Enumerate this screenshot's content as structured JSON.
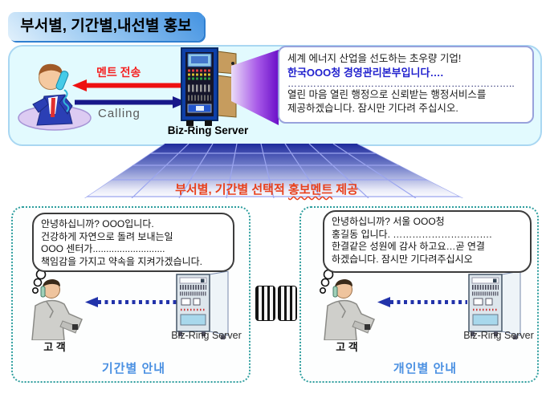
{
  "title_badge": "부서별, 기간별,내선별 홍보",
  "top_panel": {
    "ment_label": "멘트 전송",
    "calling_label": "Calling",
    "server_label": "Biz-Ring Server",
    "announcement": {
      "line1": "세계 에너지 산업을 선도하는 초우량 기업!",
      "line2": "한국OOO청 경영관리본부입니다….",
      "dots": "……………………………………………………………..",
      "line3": "열린 마음 열린 행정으로 신뢰받는 행정서비스를",
      "line4": "제공하겠습니다. 잠시만 기다려 주십시오."
    }
  },
  "grid_banner": {
    "caption_pre": "부서별, 기간별 선택적 ",
    "caption_wavy": "홍보멘트",
    "caption_post": " 제공"
  },
  "left_panel": {
    "bubble": {
      "line1": "안녕하십니까? OOO입니다.",
      "line2": "건강하게 자연으로 돌려 보내는일",
      "line3": "OOO 센터가...........................",
      "line4": "책임감을 가지고 약속을 지켜가겠습니다."
    },
    "customer_label": "고 객",
    "server_label": "Biz-Ring Server",
    "caption": "기간별 안내"
  },
  "right_panel": {
    "bubble": {
      "line1": "안녕하십니까? 서울 OOO청",
      "line2": "홍길동 입니다. ………………………….",
      "line3": "한결같은 성원에 감사 하고요…곧 연결",
      "line4": "하겠습니다. 잠시만 기다려주십시오"
    },
    "customer_label": "고 객",
    "server_label": "Biz-Ring Server",
    "caption": "개인별 안내"
  },
  "colors": {
    "title_badge_blue": "#4493e2",
    "top_panel_fill": "#e2fafe",
    "top_panel_border": "#a9d7f2",
    "red_arrow": "#ee1111",
    "blue_arrow": "#18188a",
    "ment_red": "#f52020",
    "announce_blue_text": "#2121ce",
    "announce_border": "#98a2dc",
    "beam_purple": "#7a1fd0",
    "grid_navy": "#1e2b9c",
    "grid_line": "#9ba5ef",
    "grid_caption_red": "#e8401c",
    "panel_border_teal": "#2e9e9e",
    "dotted_arrow_navy": "#2233aa",
    "panel_caption_blue": "#4a90e2"
  }
}
